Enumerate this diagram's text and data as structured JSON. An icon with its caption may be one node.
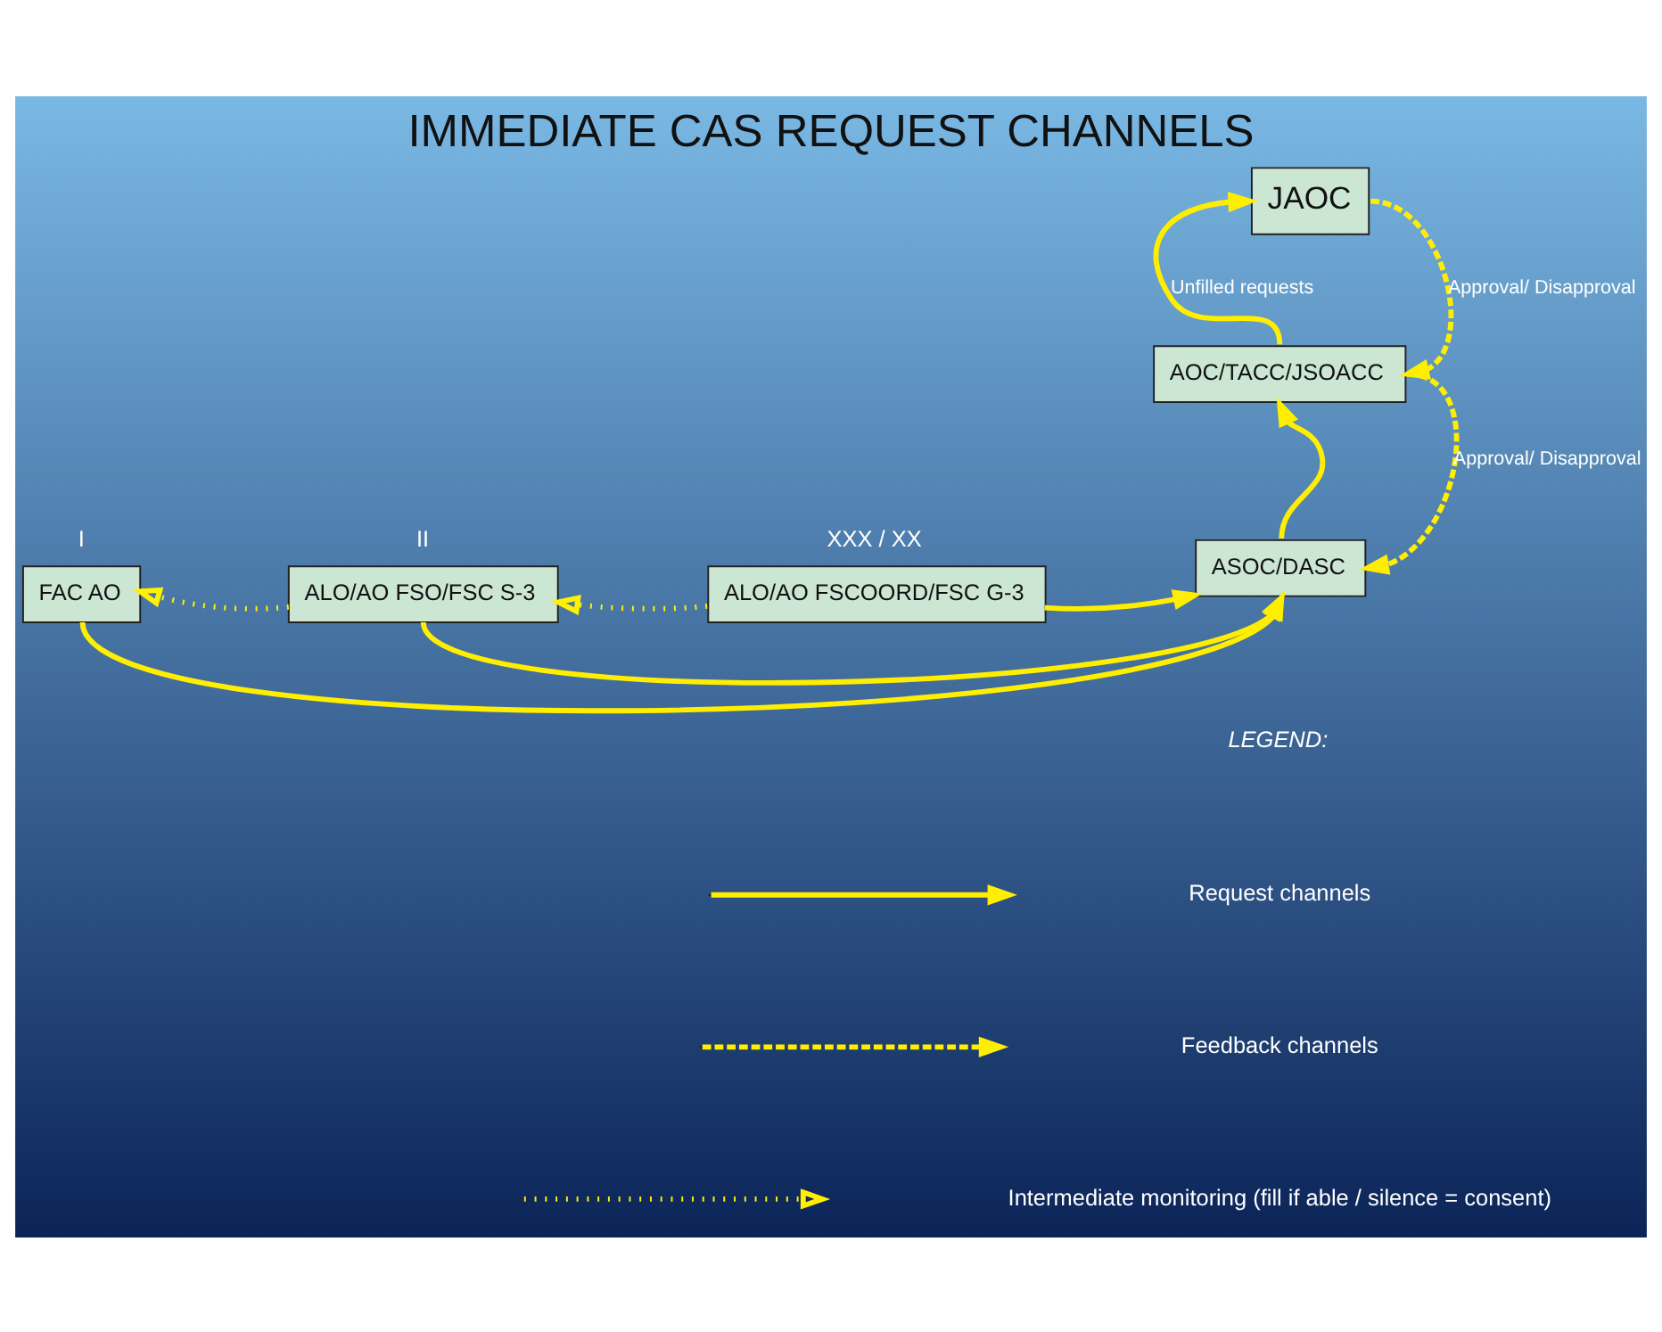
{
  "diagram": {
    "title": "IMMEDIATE CAS REQUEST CHANNELS",
    "nodes": [
      {
        "text": [
          "FAC AO"
        ],
        "beside": [
          "I"
        ]
      },
      {
        "text": [
          "ALO/AO FSO/FSC S-3"
        ],
        "beside": [
          "II"
        ]
      },
      {
        "text": [
          "ALO/AO FSCOORD/FSC G-3"
        ],
        "beside": [
          "XXX / XX"
        ]
      },
      {
        "text": [
          "ASOC/DASC"
        ]
      },
      {
        "text": [
          "AOC/TACC/JSOACC"
        ]
      },
      {
        "text": [
          "JAOC"
        ]
      }
    ],
    "edges": [
      {
        "from": 0,
        "to": 3,
        "arrow": "to"
      },
      {
        "from": 1,
        "to": 3,
        "arrow": "to"
      },
      {
        "from": 2,
        "to": 3,
        "arrow": "to"
      },
      {
        "from": 3,
        "to": 4,
        "arrow": "to"
      },
      {
        "from": 4,
        "to": 5,
        "arrow": "to",
        "label": "Unfilled requests"
      },
      {
        "from": 5,
        "to": 4,
        "arrow": "to",
        "style": "dashed",
        "label": "Approval/ Disapproval"
      },
      {
        "from": 4,
        "to": 3,
        "arrow": "to",
        "style": "dashed",
        "label": "Approval/ Disapproval"
      },
      {
        "from": 2,
        "to": 1,
        "arrow": "to",
        "style": "dashed",
        "color": "#fff200"
      },
      {
        "from": 1,
        "to": 0,
        "arrow": "to",
        "style": "dashed",
        "color": "#fff200"
      }
    ],
    "labels": [
      "LEGEND:"
    ],
    "legend": [
      {
        "text": "Request channels"
      },
      {
        "text": "Feedback channels"
      },
      {
        "text": "Intermediate monitoring (fill if able / silence = consent)"
      }
    ]
  }
}
